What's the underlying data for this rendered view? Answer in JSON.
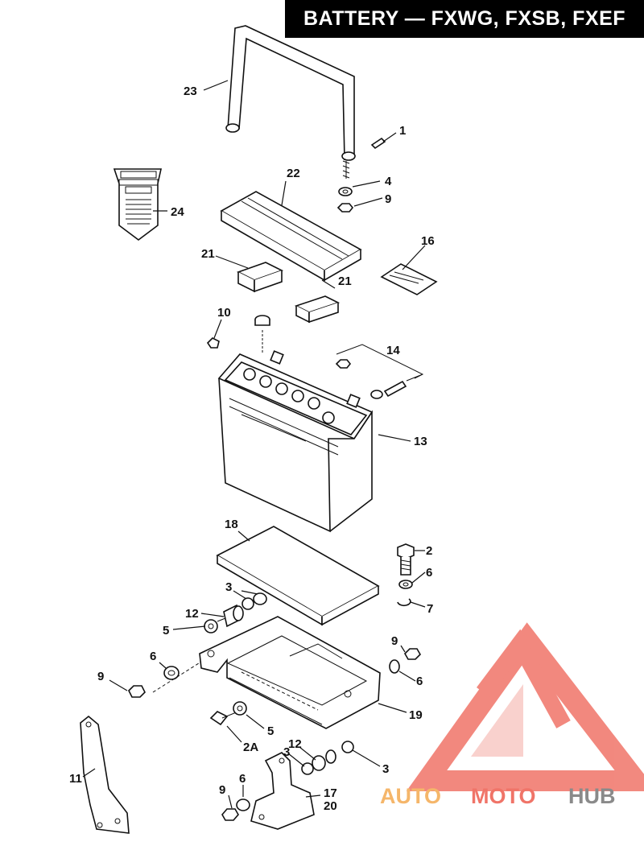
{
  "title": "BATTERY — FXWG, FXSB, FXEF",
  "callouts": {
    "c1": "1",
    "c2": "2",
    "c2a": "2A",
    "c3a": "3",
    "c3b": "3",
    "c3c": "3",
    "c4": "4",
    "c5a": "5",
    "c5b": "5",
    "c6a": "6",
    "c6b": "6",
    "c6c": "6",
    "c6d": "6",
    "c7": "7",
    "c9a": "9",
    "c9b": "9",
    "c9c": "9",
    "c9d": "9",
    "c10": "10",
    "c11": "11",
    "c12a": "12",
    "c12b": "12",
    "c13": "13",
    "c14": "14",
    "c16": "16",
    "c17": "17",
    "c18": "18",
    "c19": "19",
    "c20": "20",
    "c21a": "21",
    "c21b": "21",
    "c22": "22",
    "c23": "23",
    "c24": "24"
  },
  "watermark": {
    "part1": "AUTO",
    "part2": "MOTO",
    "part3": "HUB",
    "colors": {
      "accent": "#f07468",
      "orange": "#f5b66a",
      "gray": "#8a8a8a"
    }
  }
}
